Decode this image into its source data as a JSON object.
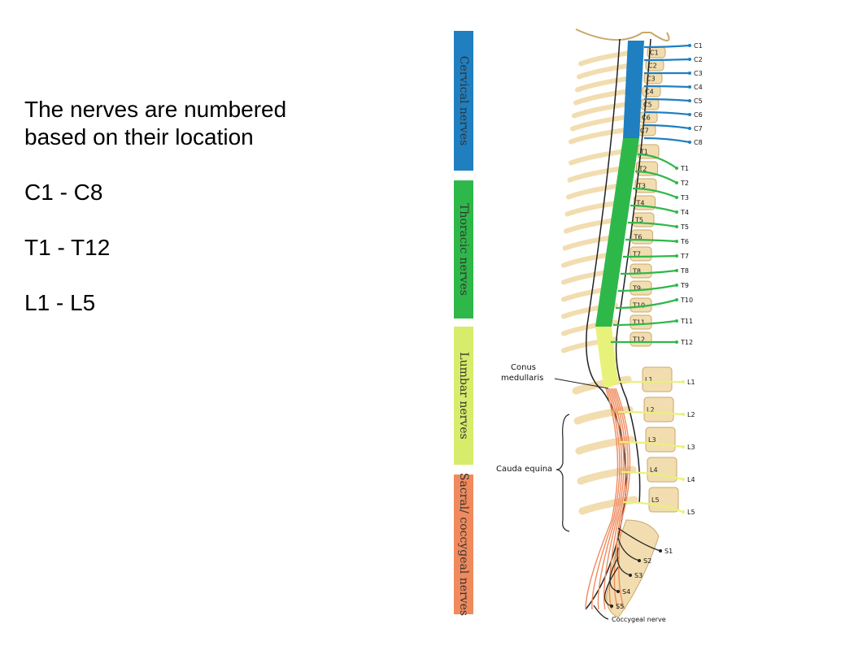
{
  "text": {
    "line1": "The nerves are numbered",
    "line2": "based on their location",
    "cervical_range": "C1 - C8",
    "thoracic_range": "T1 - T12",
    "lumbar_range": "L1 - L5"
  },
  "regions": [
    {
      "label": "Cervical nerves",
      "color": "#1f7fc0"
    },
    {
      "label": "Thoracic nerves",
      "color": "#2fb84a"
    },
    {
      "label": "Lumbar nerves",
      "color": "#d6ec6a"
    },
    {
      "label": "Sacral/ coccygeal nerves",
      "color": "#f08a5d"
    }
  ],
  "nerve_labels": {
    "cervical": [
      "C1",
      "C2",
      "C3",
      "C4",
      "C5",
      "C6",
      "C7",
      "C8"
    ],
    "thoracic": [
      "T1",
      "T2",
      "T3",
      "T4",
      "T5",
      "T6",
      "T7",
      "T8",
      "T9",
      "T10",
      "T11",
      "T12"
    ],
    "lumbar": [
      "L1",
      "L2",
      "L3",
      "L4",
      "L5"
    ],
    "sacral": [
      "S1",
      "S2",
      "S3",
      "S4",
      "S5"
    ],
    "coccygeal": "Coccygeal nerve"
  },
  "vertebra_labels": {
    "cervical": [
      "C1",
      "C2",
      "C3",
      "C4",
      "C5",
      "C6",
      "C7"
    ],
    "thoracic": [
      "T1",
      "T2",
      "T3",
      "T4",
      "T5",
      "T6",
      "T7",
      "T8",
      "T9",
      "T10",
      "T11",
      "T12"
    ],
    "lumbar": [
      "L1",
      "L2",
      "L3",
      "L4",
      "L5"
    ]
  },
  "annotations": {
    "conus_line1": "Conus",
    "conus_line2": "medullaris",
    "cauda": "Cauda equina"
  },
  "colors": {
    "cervical": "#1f7fc0",
    "thoracic": "#2fb84a",
    "lumbar": "#e8f27a",
    "sacral": "#f08a5d",
    "bone": "#f2ddb0",
    "bone_edge": "#c9a86a"
  }
}
